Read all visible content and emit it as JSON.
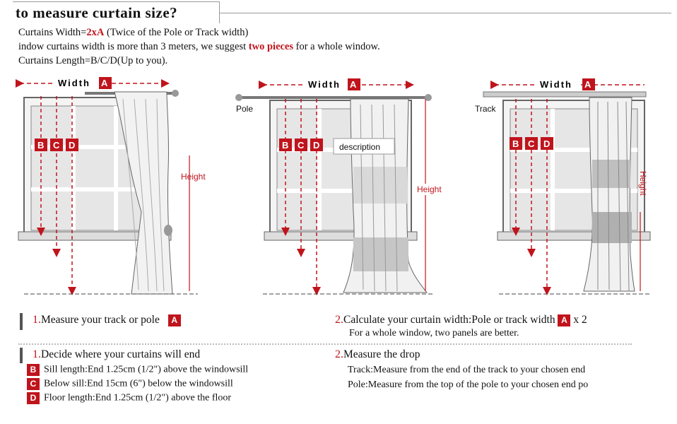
{
  "header": {
    "title": "to measure  curtain  size?"
  },
  "intro": {
    "line1_pre": "Curtains Width=",
    "line1_red": "2xA",
    "line1_post": " (Twice of the Pole or Track width)",
    "line2_pre": "indow curtains width is more than 3 meters, we suggest ",
    "line2_red": "two pieces",
    "line2_post": " for a whole window.",
    "line3": "Curtains Length=B/C/D(Up to you)."
  },
  "diagrams": {
    "width_label": "Width",
    "badge_a": "A",
    "badge_b": "B",
    "badge_c": "C",
    "badge_d": "D",
    "height_label": "Height",
    "pole_label": "Pole",
    "track_label": "Track",
    "description_label": "description"
  },
  "steps": {
    "s1_num": "1.",
    "s1_text": "Measure your track or pole",
    "s1_badge": "A",
    "s2_num": "2.",
    "s2_text": "Calculate your curtain width:Pole or track width",
    "s2_badge": "A",
    "s2_suffix": "x 2",
    "s2_sub": "For a whole window, two panels are better.",
    "s3_num": "1.",
    "s3_text": "Decide where your curtains will end",
    "s3_items": [
      {
        "badge": "B",
        "text": "Sill length:End 1.25cm (1/2\") above the windowsill"
      },
      {
        "badge": "C",
        "text": "Below sill:End 15cm (6\") below the windowsill"
      },
      {
        "badge": "D",
        "text": "Floor length:End 1.25cm (1/2\") above the floor"
      }
    ],
    "s4_num": "2.",
    "s4_text": "Measure the drop",
    "s4_line1": "Track:Measure from the end of the track to your chosen end",
    "s4_line2": "Pole:Measure from the top of the pole to your chosen end po"
  },
  "colors": {
    "accent": "#c0141c",
    "line": "#555555"
  }
}
